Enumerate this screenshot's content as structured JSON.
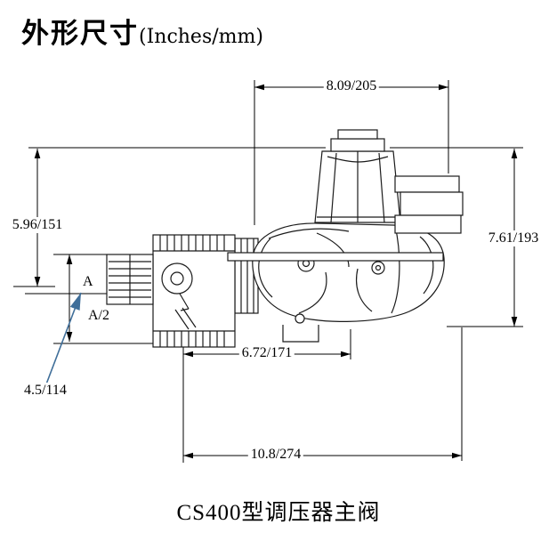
{
  "header": {
    "title_cn": "外形尺寸",
    "title_units": "(Inches/mm)"
  },
  "caption": "CS400型调压器主阀",
  "dims": {
    "top_width": "8.09/205",
    "right_height": "7.61/193",
    "left_height": "5.96/151",
    "a_label": "A",
    "a_half_label": "A/2",
    "a_value": "4.5/114",
    "port_width": "6.72/171",
    "overall_width": "10.8/274"
  },
  "colors": {
    "line": "#000000",
    "drawing_line": "#1a1a1a",
    "pointer_arrow": "#3f6e99",
    "background": "#ffffff"
  }
}
